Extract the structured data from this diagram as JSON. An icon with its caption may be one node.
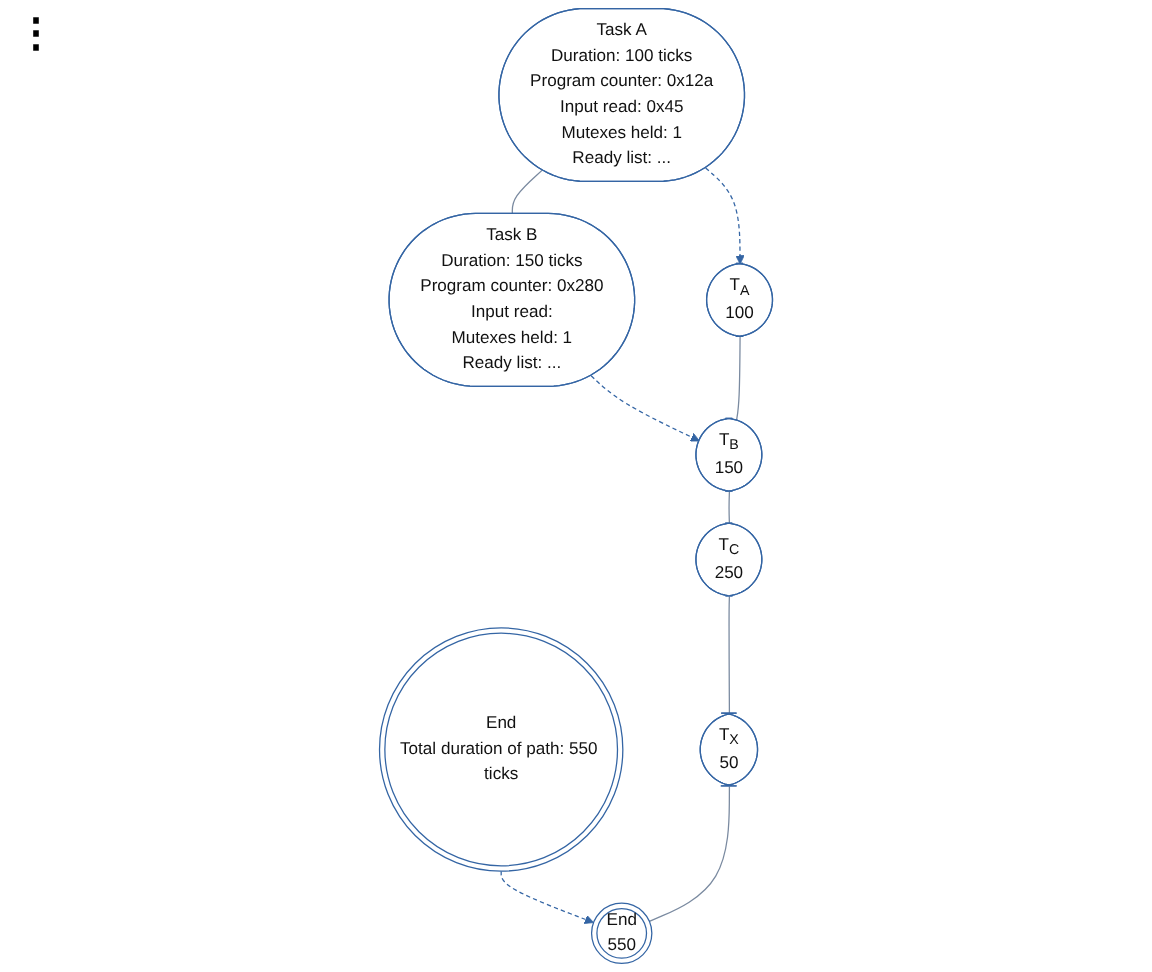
{
  "diagram": {
    "nodes": [
      {
        "text": [
          "Task A",
          "Duration: 100 ticks",
          "Program counter: 0x12a",
          "Input read: 0x45",
          "Mutexes held: 1",
          "Ready list: ..."
        ]
      },
      {
        "text": [
          "Task B",
          "Duration: 150 ticks",
          "Program counter: 0x280",
          "Input read:",
          "Mutexes held: 1",
          "Ready list: ..."
        ]
      },
      {
        "text": [
          "End",
          "Total duration of path: 550 ticks"
        ]
      },
      {
        "text": [
          "T$_{A}$",
          "100"
        ]
      },
      {
        "text": [
          "T$_{B}$",
          "150"
        ]
      },
      {
        "text": [
          "T$_{C}$",
          "250"
        ]
      },
      {
        "text": [
          "T$_{X}$",
          "50"
        ]
      },
      {
        "text": [
          "End",
          "550"
        ]
      }
    ],
    "edges": [
      {
        "from": 0,
        "to": 1,
        "arrow": "none"
      },
      {
        "from": 0,
        "to": 3,
        "arrow": "to",
        "style": "dashed",
        "color": "#3465a4"
      },
      {
        "from": 1,
        "to": 4,
        "arrow": "to",
        "style": "dashed",
        "color": "#3465a4"
      },
      {
        "from": 2,
        "to": 7,
        "arrow": "to",
        "style": "dashed",
        "color": "#3465a4"
      },
      {
        "from": 3,
        "to": 4,
        "arrow": "none"
      },
      {
        "from": 4,
        "to": 5,
        "arrow": "none"
      },
      {
        "from": 5,
        "to": 6,
        "arrow": "none"
      },
      {
        "from": 6,
        "to": 7,
        "arrow": "none"
      }
    ],
    "labels": [
      "⋮"
    ]
  }
}
